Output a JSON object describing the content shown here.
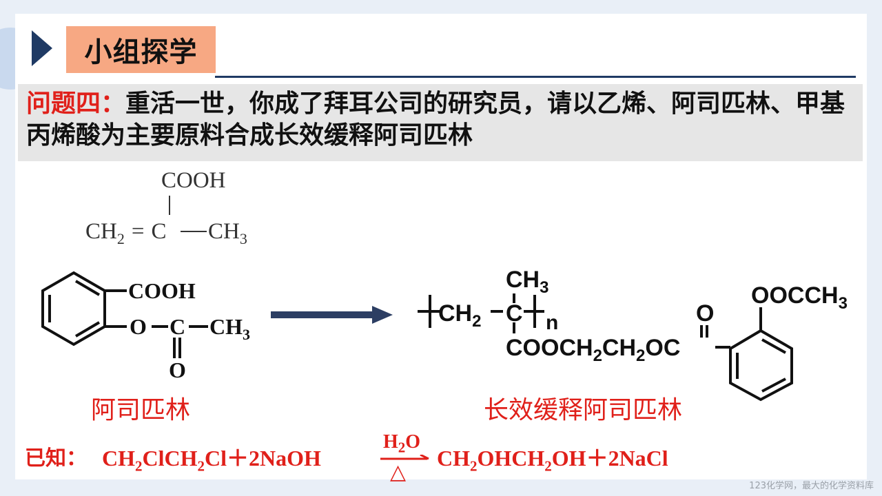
{
  "section_title": "小组探学",
  "question": {
    "label": "问题四：",
    "text": "重活一世，你成了拜耳公司的研究员，请以乙烯、阿司匹林、甲基丙烯酸为主要原料合成长效缓释阿司匹林"
  },
  "methacrylic_acid": {
    "cooh": "COOH",
    "ch2": "CH",
    "ch2_sub": "2",
    "eq": "=",
    "c": "C",
    "ch3": "CH",
    "ch3_sub": "3"
  },
  "aspirin": {
    "cooh": "COOH",
    "o_link": "O",
    "c": "C",
    "ch3": "CH",
    "ch3_sub": "3",
    "carbonyl_o": "O",
    "caption": "阿司匹林"
  },
  "polymer": {
    "ch3_top": "CH",
    "ch3_top_sub": "3",
    "ch2": "CH",
    "ch2_sub": "2",
    "c": "C",
    "n": "n",
    "ester_chain_a": "COOCH",
    "ester_chain_a_sub": "2",
    "ester_chain_b": "CH",
    "ester_chain_b_sub": "2",
    "ester_chain_c": "OC",
    "carbonyl_o": "O",
    "ring_substituent": "OOCCH",
    "ring_substituent_sub": "3",
    "caption": "长效缓释阿司匹林"
  },
  "known": {
    "label": "已知：",
    "reactant_a": "CH",
    "sub1": "2",
    "reactant_b": "ClCH",
    "sub2": "2",
    "reactant_c": "Cl＋2NaOH",
    "condition_top": "H",
    "condition_top_sub": "2",
    "condition_top_tail": "O",
    "condition_bottom": "△",
    "product_a": "CH",
    "sub3": "2",
    "product_b": "OHCH",
    "sub4": "2",
    "product_c": "OH＋2NaCl"
  },
  "watermark": "123化学网，最大的化学资料库",
  "colors": {
    "accent_red": "#e0201a",
    "navy": "#1f3a64",
    "title_bg": "#f7a883",
    "question_bg": "#e6e6e6"
  },
  "icons": {
    "section_marker": "play-triangle-icon",
    "reaction_arrow": "right-arrow-icon"
  }
}
